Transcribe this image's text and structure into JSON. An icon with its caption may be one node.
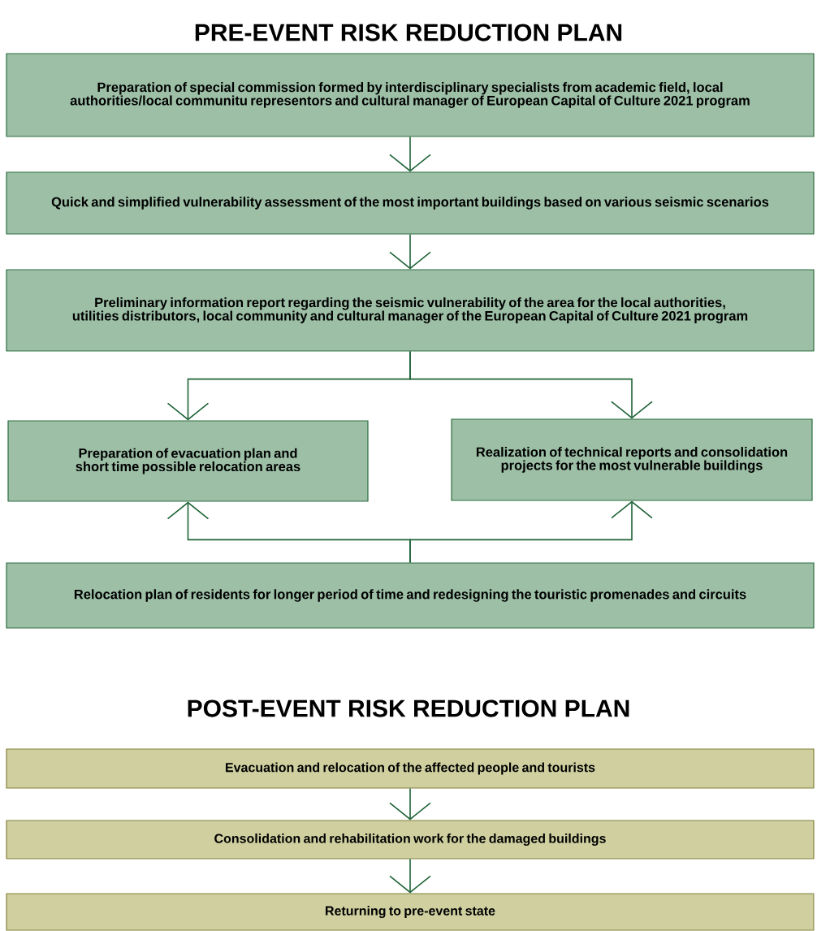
{
  "diagram": {
    "title": "PRE-EVENT RISK REDUCTION PLAN",
    "nodes": [
      {
        "text": [
          "Preparation of special commission formed by interdisciplinary specialists from academic  field, local authorities/local communitu representors and cultural manager of European Capital of Culture 2021 program"
        ]
      },
      {
        "text": [
          "Quick and simplified vulnerability assessment of the most important buildings based on various seismic scenarios"
        ]
      },
      {
        "text": [
          "Preliminary information report regarding the seismic vulnerability of the area for the local authorities, utilities distributors, local community and cultural manager of the European Capital of Culture 2021 program"
        ]
      },
      {
        "text": [
          "Preparation of evacuation plan and short time possible relocation areas"
        ]
      },
      {
        "text": [
          "Realization of technical reports and consolidation projects for the most vulnerable buildings"
        ]
      },
      {
        "text": [
          "Relocation plan of residents for longer period of time and redesigning the touristic promenades and circuits"
        ]
      },
      {
        "text": [
          "Evacuation and relocation of the affected people and tourists"
        ]
      },
      {
        "text": [
          "Consolidation and rehabilitation work for the damaged buildings"
        ]
      },
      {
        "text": [
          "Returning to pre-event state"
        ]
      }
    ],
    "edges": [
      {
        "from": 0,
        "to": 1,
        "arrow": "to"
      },
      {
        "from": 1,
        "to": 2,
        "arrow": "to"
      },
      {
        "from": 2,
        "to": 3,
        "arrow": "to"
      },
      {
        "from": 2,
        "to": 4,
        "arrow": "to"
      },
      {
        "from": 5,
        "to": 3,
        "arrow": "to"
      },
      {
        "from": 5,
        "to": 4,
        "arrow": "to"
      },
      {
        "from": 6,
        "to": 7,
        "arrow": "to"
      },
      {
        "from": 7,
        "to": 8,
        "arrow": "to"
      }
    ],
    "labels": [
      "POST-EVENT RISK REDUCTION PLAN"
    ]
  }
}
